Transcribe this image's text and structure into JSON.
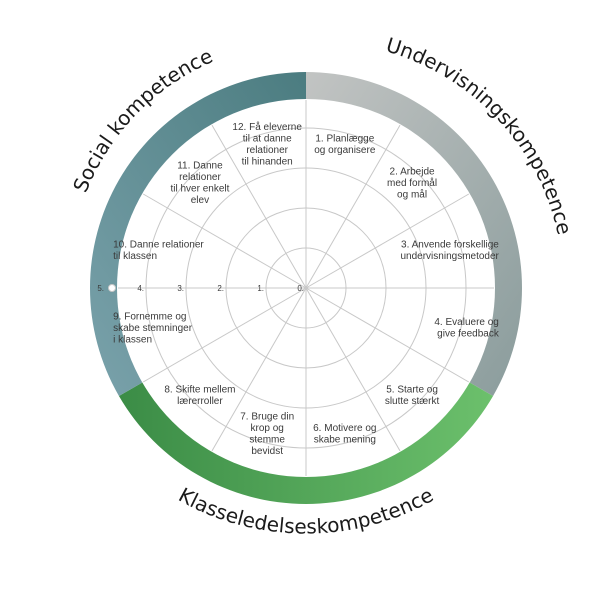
{
  "competences": [
    {
      "id": "undervisning",
      "label": "Undervisningskompetence",
      "color_start": "#c2c4c3",
      "color_end": "#8a9c9c"
    },
    {
      "id": "klasseledelse",
      "label": "Klasseledelseskompetence",
      "color_start": "#6cc06c",
      "color_end": "#3b8c46"
    },
    {
      "id": "social",
      "label": "Social kompetence",
      "color_start": "#7aa2ab",
      "color_end": "#4b7c80"
    }
  ],
  "segments": [
    {
      "number": "1.",
      "lines": [
        "1. Planlægge",
        "og organisere"
      ]
    },
    {
      "number": "2.",
      "lines": [
        "2. Arbejde",
        "med formål",
        "og mål"
      ]
    },
    {
      "number": "3.",
      "lines": [
        "3. Anvende forskellige",
        "undervisningsmetoder"
      ]
    },
    {
      "number": "4.",
      "lines": [
        "4. Evaluere og",
        "give feedback"
      ]
    },
    {
      "number": "5.",
      "lines": [
        "5. Starte og",
        "slutte stærkt"
      ]
    },
    {
      "number": "6.",
      "lines": [
        "6. Motivere og",
        "skabe mening"
      ]
    },
    {
      "number": "7.",
      "lines": [
        "7. Bruge din",
        "krop og",
        "stemme",
        "bevidst"
      ]
    },
    {
      "number": "8.",
      "lines": [
        "8. Skifte mellem",
        "lærerroller"
      ]
    },
    {
      "number": "9.",
      "lines": [
        "9. Fornemme og",
        "skabe stemninger",
        "i klassen"
      ]
    },
    {
      "number": "10.",
      "lines": [
        "10. Danne relationer",
        "til klassen"
      ]
    },
    {
      "number": "11.",
      "lines": [
        "11. Danne",
        "relationer",
        "til hver enkelt",
        "elev"
      ]
    },
    {
      "number": "12.",
      "lines": [
        "12. Få eleverne",
        "til at danne",
        "relationer",
        "til hinanden"
      ]
    }
  ],
  "scale": [
    "0.",
    "1.",
    "2.",
    "3.",
    "4.",
    "5."
  ],
  "colors": {
    "grid": "#c8c8c8",
    "text": "#3a3a3a"
  }
}
